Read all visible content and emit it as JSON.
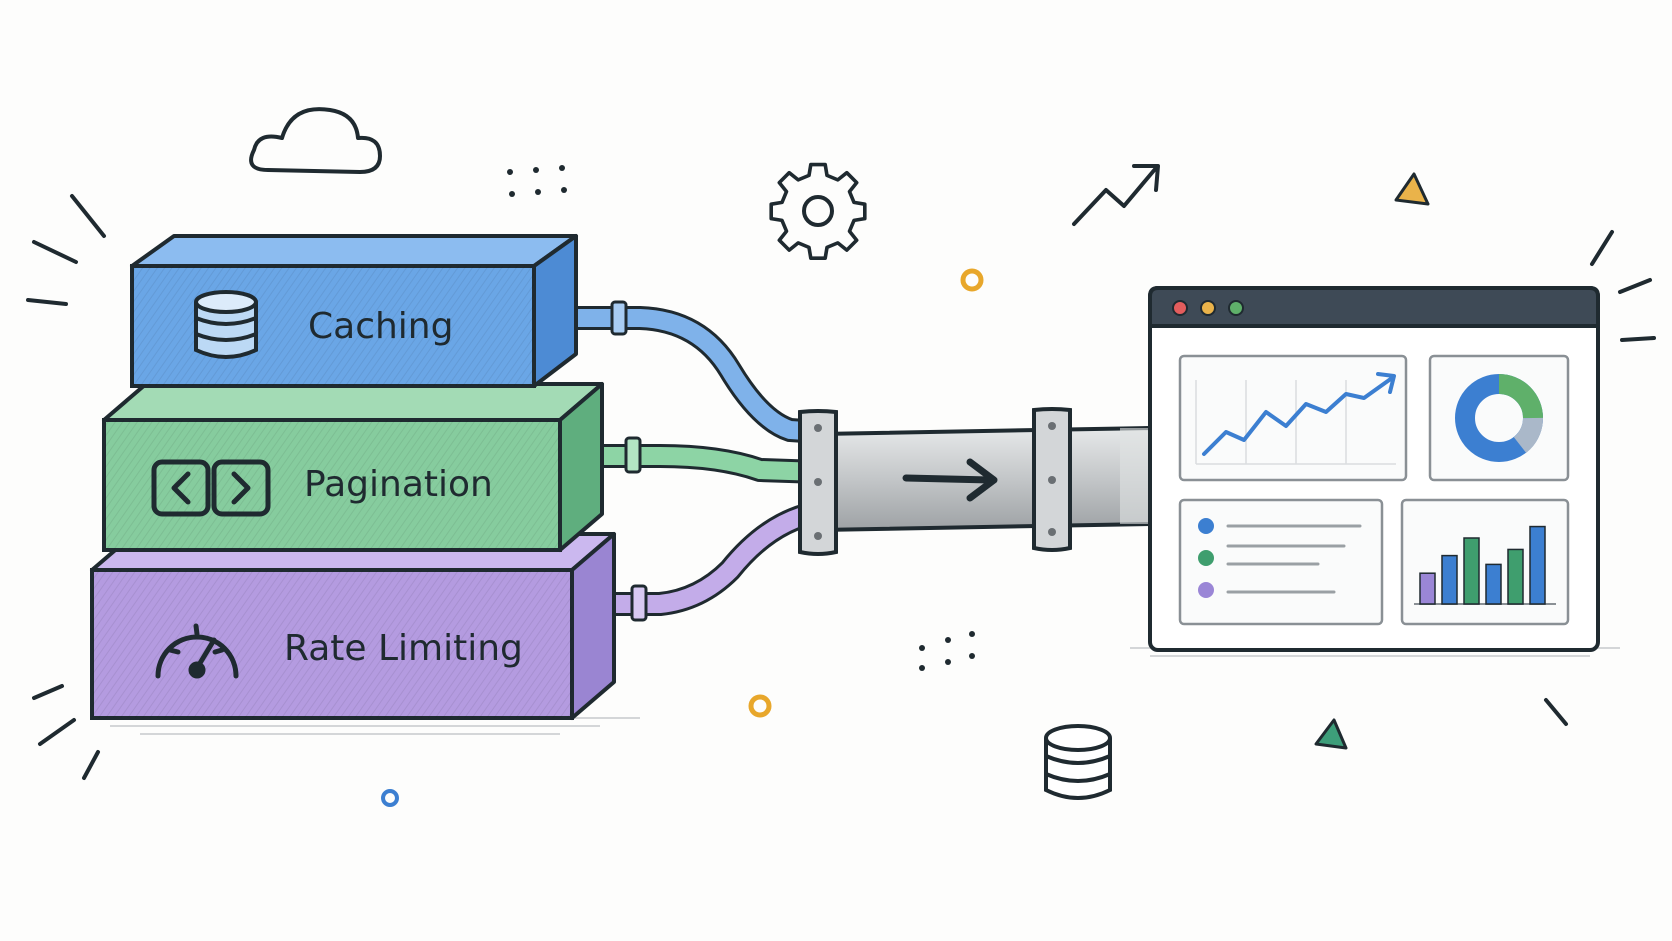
{
  "blocks": [
    {
      "label": "Caching",
      "icon": "database-icon",
      "color": "#6aa6e6"
    },
    {
      "label": "Pagination",
      "icon": "pagination-arrows-icon",
      "color": "#86cc9e"
    },
    {
      "label": "Rate Limiting",
      "icon": "speedometer-icon",
      "color": "#b49be0"
    }
  ],
  "colors": {
    "ink": "#1f2a30",
    "blue": "#3c7fd1",
    "green": "#3f9e6e",
    "purple": "#9a86d6",
    "accent_orange": "#e8a72b",
    "accent_teal": "#3d9e7a",
    "pipe": "#c9ccce"
  },
  "dashboard": {
    "window_controls": [
      "#e35d5d",
      "#eab34a",
      "#5fb06a"
    ],
    "panels": [
      "line-chart",
      "donut-chart",
      "list",
      "bar-chart"
    ],
    "bar_chart_values": [
      0.35,
      0.55,
      0.75,
      0.45,
      0.62,
      0.88
    ],
    "bar_chart_colors": [
      "#9a86d6",
      "#3c7fd1",
      "#3f9e6e",
      "#3c7fd1",
      "#3f9e6e",
      "#3c7fd1"
    ],
    "list_bullets": [
      "#3c7fd1",
      "#3f9e6e",
      "#9a86d6"
    ]
  },
  "decorations": [
    "cloud-icon",
    "gear-icon",
    "trend-arrow-icon",
    "triangle-icon",
    "database-icon"
  ]
}
